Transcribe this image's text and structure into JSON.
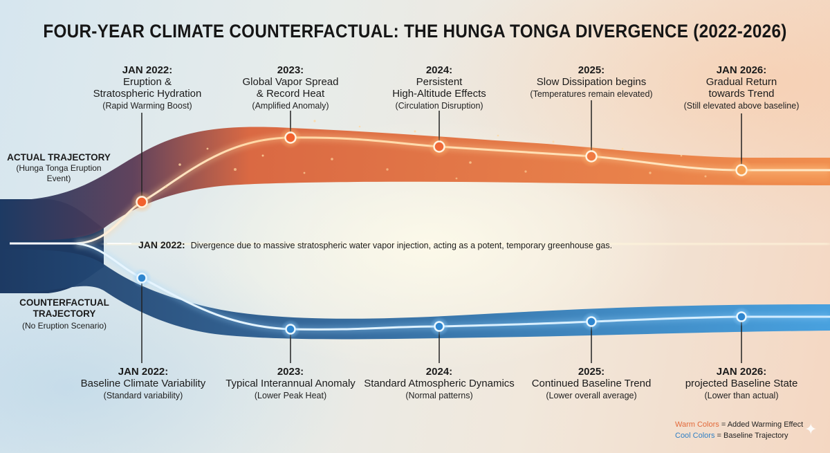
{
  "title": "FOUR-YEAR CLIMATE COUNTERFACTUAL: THE HUNGA TONGA DIVERGENCE (2022-2026)",
  "colors": {
    "warm_accent": "#f06a35",
    "cool_accent": "#3a8fd6",
    "warm_band": "#e8683a",
    "cool_band": "#2b5f93",
    "dark_trunk": "#1d3a63"
  },
  "actual_trajectory": {
    "label": "ACTUAL TRAJECTORY",
    "sub": "(Hunga Tonga Eruption Event)",
    "events": [
      {
        "head": "JAN 2022:",
        "lines": [
          "Eruption &",
          "Stratospheric Hydration"
        ],
        "note": "(Rapid Warming Boost)"
      },
      {
        "head": "2023:",
        "lines": [
          "Global Vapor Spread",
          "& Record Heat"
        ],
        "note": "(Amplified Anomaly)"
      },
      {
        "head": "2024:",
        "lines": [
          "Persistent",
          "High-Altitude Effects"
        ],
        "note": "(Circulation Disruption)"
      },
      {
        "head": "2025:",
        "lines": [
          "Slow Dissipation begins"
        ],
        "note": "(Temperatures remain elevated)"
      },
      {
        "head": "JAN 2026:",
        "lines": [
          "Gradual Return",
          "towards Trend"
        ],
        "note": "(Still elevated above baseline)"
      }
    ]
  },
  "counterfactual_trajectory": {
    "label": "COUNTERFACTUAL TRAJECTORY",
    "sub": "(No Eruption Scenario)",
    "events": [
      {
        "head": "JAN 2022:",
        "lines": [
          "Baseline Climate Variability"
        ],
        "note": "(Standard variability)"
      },
      {
        "head": "2023:",
        "lines": [
          "Typical Interannual Anomaly"
        ],
        "note": "(Lower Peak Heat)"
      },
      {
        "head": "2024:",
        "lines": [
          "Standard Atmospheric Dynamics"
        ],
        "note": "(Normal patterns)"
      },
      {
        "head": "2025:",
        "lines": [
          "Continued Baseline Trend"
        ],
        "note": "(Lower overall average)"
      },
      {
        "head": "JAN 2026:",
        "lines": [
          "projected Baseline State"
        ],
        "note": "(Lower than actual)"
      }
    ]
  },
  "divergence": {
    "head": "JAN 2022:",
    "text": "Divergence due to massive stratospheric water vapor injection, acting as a potent, temporary greenhouse gas."
  },
  "legend": {
    "warm_label": "Warm Colors",
    "warm_text": "= Added Warming Effect",
    "cool_label": "Cool Colors",
    "cool_text": "= Baseline Trajectory"
  }
}
